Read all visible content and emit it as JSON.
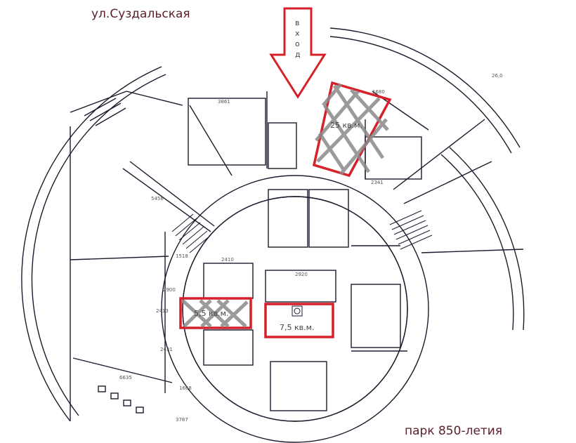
{
  "labels": {
    "street_top": "ул.Суздальская",
    "street_bottom": "парк 850-летия",
    "entrance_letters": [
      "в",
      "х",
      "о",
      "д"
    ]
  },
  "units": {
    "top_unit_area": "25 кв.м.",
    "left_unit_area": "5,5 кв.м.",
    "center_unit_area": "7,5 кв.м."
  },
  "dimensions": [
    "3861",
    "1680",
    "26,0",
    "2341",
    "5456",
    "1518",
    "2413",
    "2431",
    "1668",
    "6635",
    "3787",
    "2920",
    "2410",
    "2900"
  ],
  "colors": {
    "highlight": "#d6202a",
    "walls": "#1b1b2e",
    "street_text": "#5a1f2b",
    "cross_hatch": "#8a8a8a"
  }
}
